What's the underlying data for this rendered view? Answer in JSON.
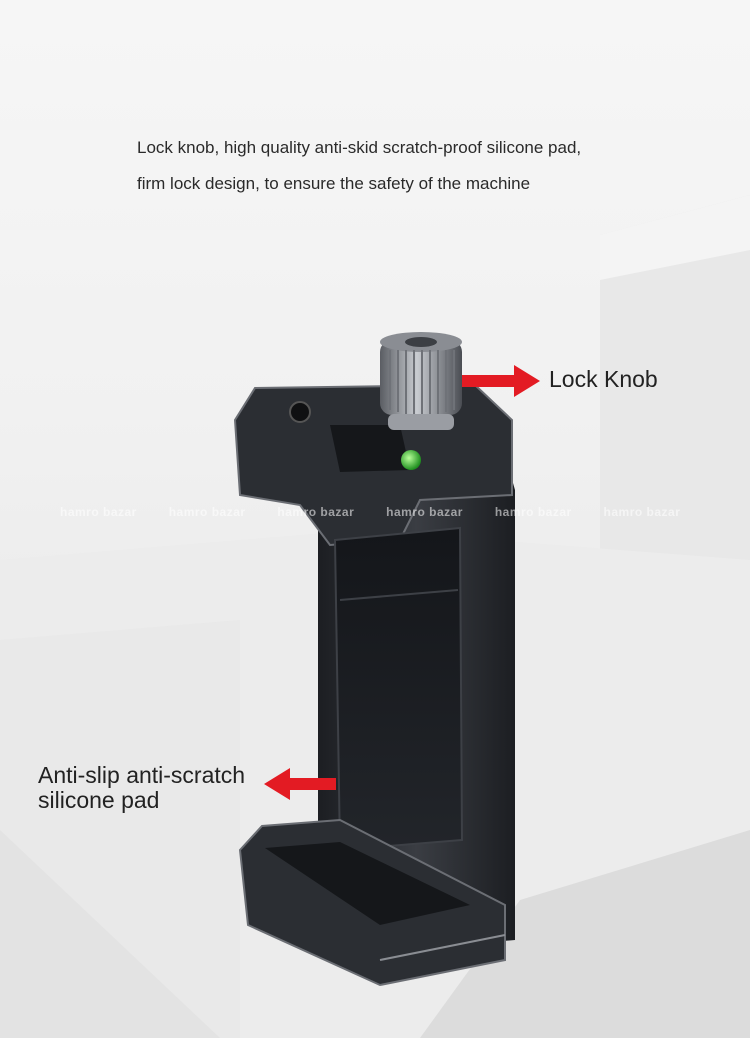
{
  "description_lines": [
    "Lock knob, high quality anti-skid scratch-proof silicone pad,",
    "firm lock design, to ensure the safety of the machine"
  ],
  "callouts": {
    "lock_knob": "Lock Knob",
    "silicone_pad_line1": "Anti-slip anti-scratch",
    "silicone_pad_line2": "silicone pad"
  },
  "watermark": {
    "text": "hamro bazar"
  },
  "colors": {
    "arrow": "#e31b23",
    "metal": "#2b2e33",
    "level_bubble": "#3fd13a"
  }
}
